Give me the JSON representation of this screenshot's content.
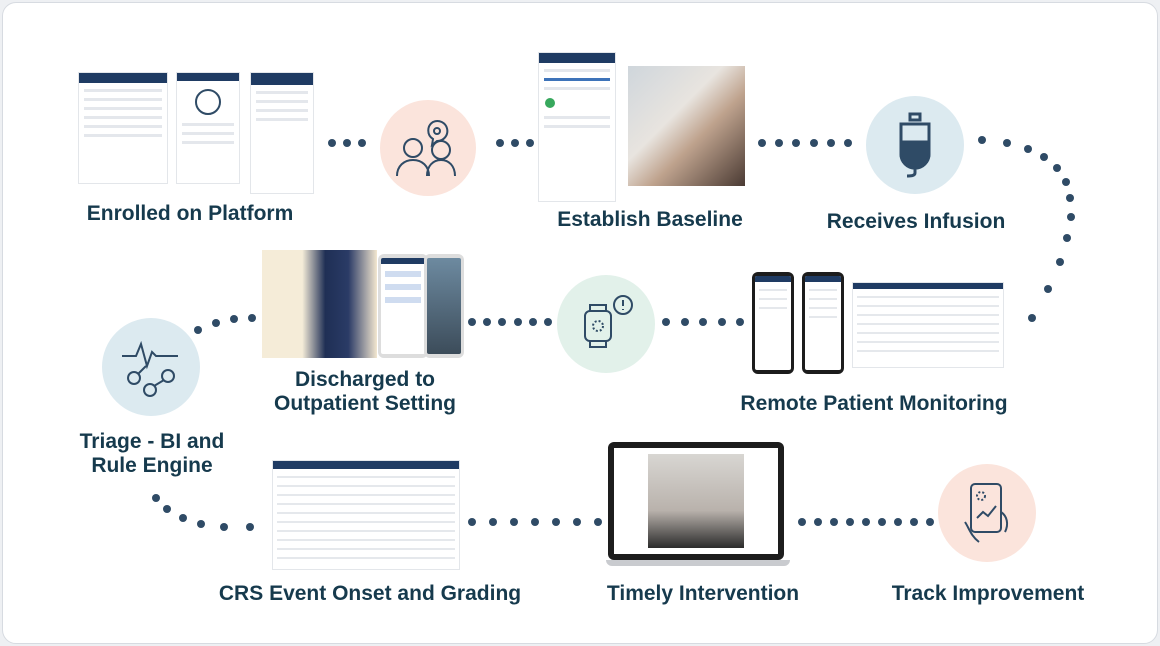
{
  "steps": [
    {
      "label": "Enrolled on Platform"
    },
    {
      "label": "Establish Baseline"
    },
    {
      "label": "Receives Infusion"
    },
    {
      "label": "Remote Patient Monitoring"
    },
    {
      "label": "Discharged to Outpatient Setting",
      "line1": "Discharged to",
      "line2": "Outpatient Setting"
    },
    {
      "label": "Triage - BI and Rule Engine",
      "line1": "Triage - BI and",
      "line2": "Rule Engine"
    },
    {
      "label": "CRS Event Onset and Grading"
    },
    {
      "label": "Timely Intervention"
    },
    {
      "label": "Track Improvement"
    }
  ],
  "colors": {
    "text": "#163a4d",
    "dots": "#2f4b66",
    "peach": "#fbe4dc",
    "blue": "#dceaf0",
    "green": "#e2f1ea",
    "navy": "#1f3b63"
  }
}
